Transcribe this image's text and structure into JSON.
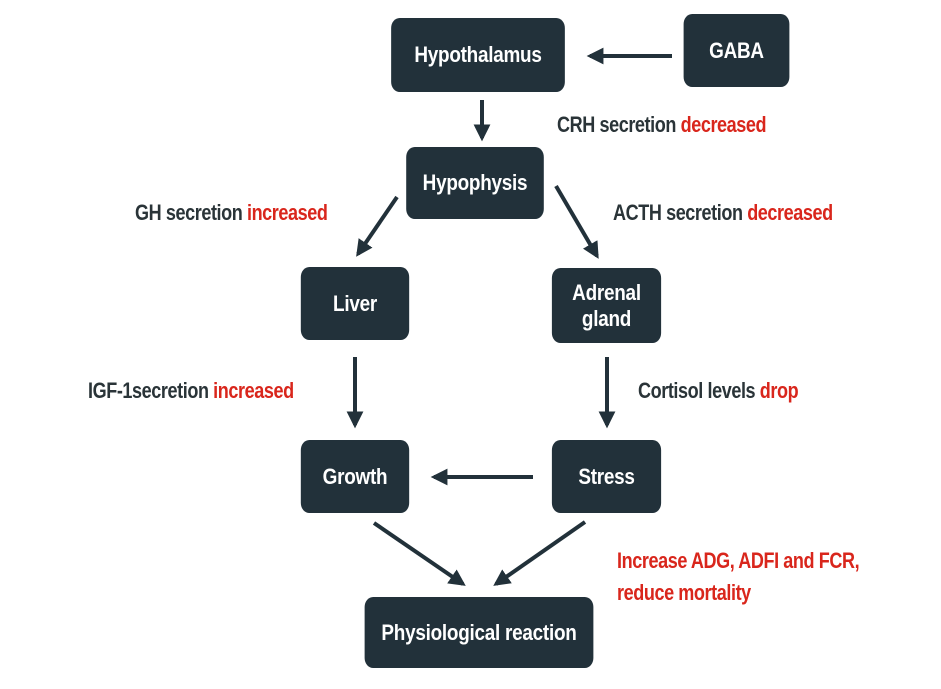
{
  "diagram": {
    "colors": {
      "box_fill": "#22313a",
      "box_text": "#ffffff",
      "label_text": "#2a3438",
      "highlight": "#d9261c",
      "arrow": "#22313a"
    },
    "nodes": {
      "hypothalamus": "Hypothalamus",
      "gaba": "GABA",
      "hypophysis": "Hypophysis",
      "liver": "Liver",
      "adrenal_line1": "Adrenal",
      "adrenal_line2": "gland",
      "growth": "Growth",
      "stress": "Stress",
      "physiological": "Physiological reaction"
    },
    "edge_labels": {
      "crh": {
        "text": "CRH secretion ",
        "highlight": "decreased"
      },
      "gh": {
        "text": "GH secretion ",
        "highlight": "increased"
      },
      "acth": {
        "text": "ACTH secretion ",
        "highlight": "decreased"
      },
      "igf": {
        "text": "IGF-1secretion ",
        "highlight": "increased"
      },
      "cortisol": {
        "text": "Cortisol levels ",
        "highlight": "drop"
      }
    },
    "outcome": {
      "line1": "Increase ADG, ADFI and FCR,",
      "line2": "reduce mortality"
    },
    "edges": [
      {
        "from": "GABA",
        "to": "Hypothalamus"
      },
      {
        "from": "Hypothalamus",
        "to": "Hypophysis"
      },
      {
        "from": "Hypophysis",
        "to": "Liver"
      },
      {
        "from": "Hypophysis",
        "to": "Adrenal gland"
      },
      {
        "from": "Liver",
        "to": "Growth"
      },
      {
        "from": "Adrenal gland",
        "to": "Stress"
      },
      {
        "from": "Stress",
        "to": "Growth"
      },
      {
        "from": "Growth",
        "to": "Physiological reaction"
      },
      {
        "from": "Stress",
        "to": "Physiological reaction"
      }
    ]
  }
}
